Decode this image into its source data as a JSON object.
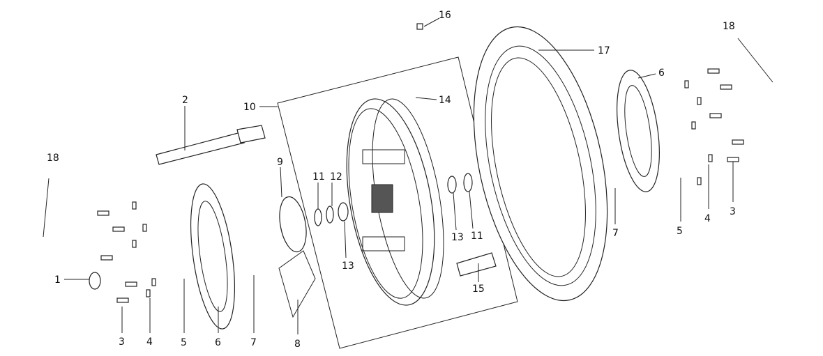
{
  "diagram": {
    "title": "Wheel assembly exploded view",
    "callouts": [
      "1",
      "2",
      "3",
      "4",
      "5",
      "6",
      "7",
      "8",
      "9",
      "10",
      "11",
      "12",
      "13",
      "14",
      "15",
      "16",
      "17",
      "18"
    ],
    "labels": {
      "c16": "16",
      "c18r": "18",
      "c17": "17",
      "c6r": "6",
      "c2": "2",
      "c10": "10",
      "c14": "14",
      "c18l": "18",
      "c9": "9",
      "c11a": "11",
      "c12": "12",
      "c13a": "13",
      "c13b": "13",
      "c11b": "11",
      "c15": "15",
      "c1": "1",
      "c3l": "3",
      "c4l": "4",
      "c5l": "5",
      "c6l": "6",
      "c7l": "7",
      "c8": "8",
      "c7r": "7",
      "c5r": "5",
      "c4r": "4",
      "c3r": "3"
    }
  }
}
